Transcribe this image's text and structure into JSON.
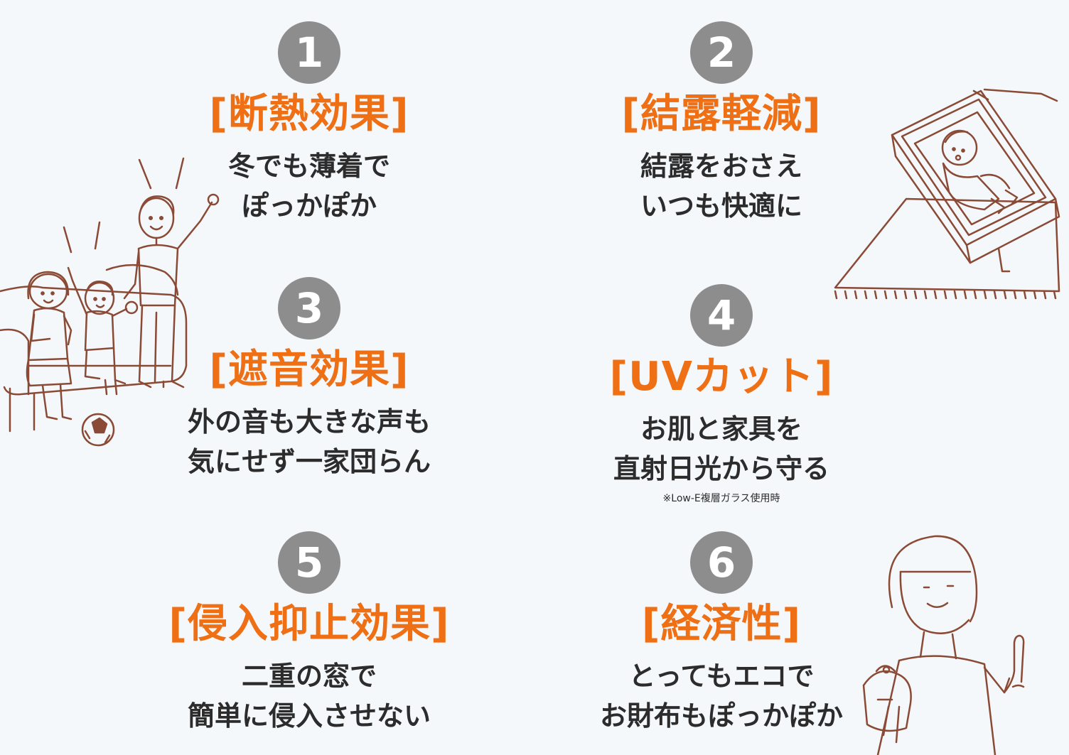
{
  "benefits": [
    {
      "number": "1",
      "title": "[断熱効果]",
      "lines": [
        "冬でも薄着で",
        "ぽっかぽか"
      ]
    },
    {
      "number": "2",
      "title": "[結露軽減]",
      "lines": [
        "結露をおさえ",
        "いつも快適に"
      ]
    },
    {
      "number": "3",
      "title": "[遮音効果]",
      "lines": [
        "外の音も大きな声も",
        "気にせず一家団らん"
      ]
    },
    {
      "number": "4",
      "title": "[UVカット]",
      "lines": [
        "お肌と家具を",
        "直射日光から守る"
      ],
      "note": "※Low-E複層ガラス使用時"
    },
    {
      "number": "5",
      "title": "[侵入抑止効果]",
      "lines": [
        "二重の窓で",
        "簡単に侵入させない"
      ]
    },
    {
      "number": "6",
      "title": "[経済性]",
      "lines": [
        "とってもエコで",
        "お財布もぽっかぽか"
      ]
    }
  ],
  "colors": {
    "accent": "#ef6f14",
    "badge": "#8d8d8d",
    "text": "#2c2c2c",
    "line_art": "#8a4a35",
    "background": "#f5f8fb"
  }
}
